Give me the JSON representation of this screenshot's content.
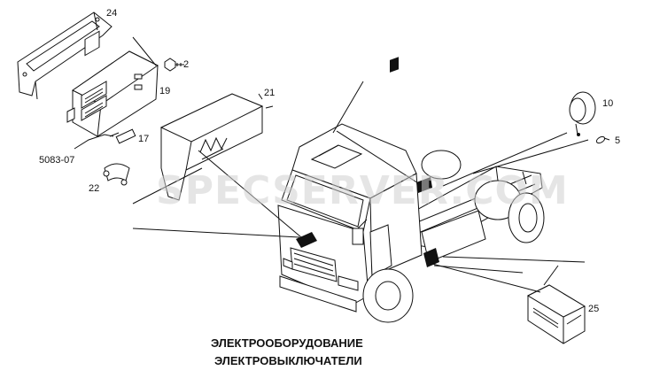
{
  "watermark": "SPECSERVER.COM",
  "caption": {
    "line1": "ЭЛЕКТРООБОРУДОВАНИЕ",
    "line2": "ЭЛЕКТРОВЫКЛЮЧАТЕЛИ"
  },
  "callouts": {
    "n24": "24",
    "n2": "2",
    "n19": "19",
    "n21": "21",
    "n17": "17",
    "ref": "5083-07",
    "n22": "22",
    "n10": "10",
    "n5": "5",
    "n25": "25"
  }
}
